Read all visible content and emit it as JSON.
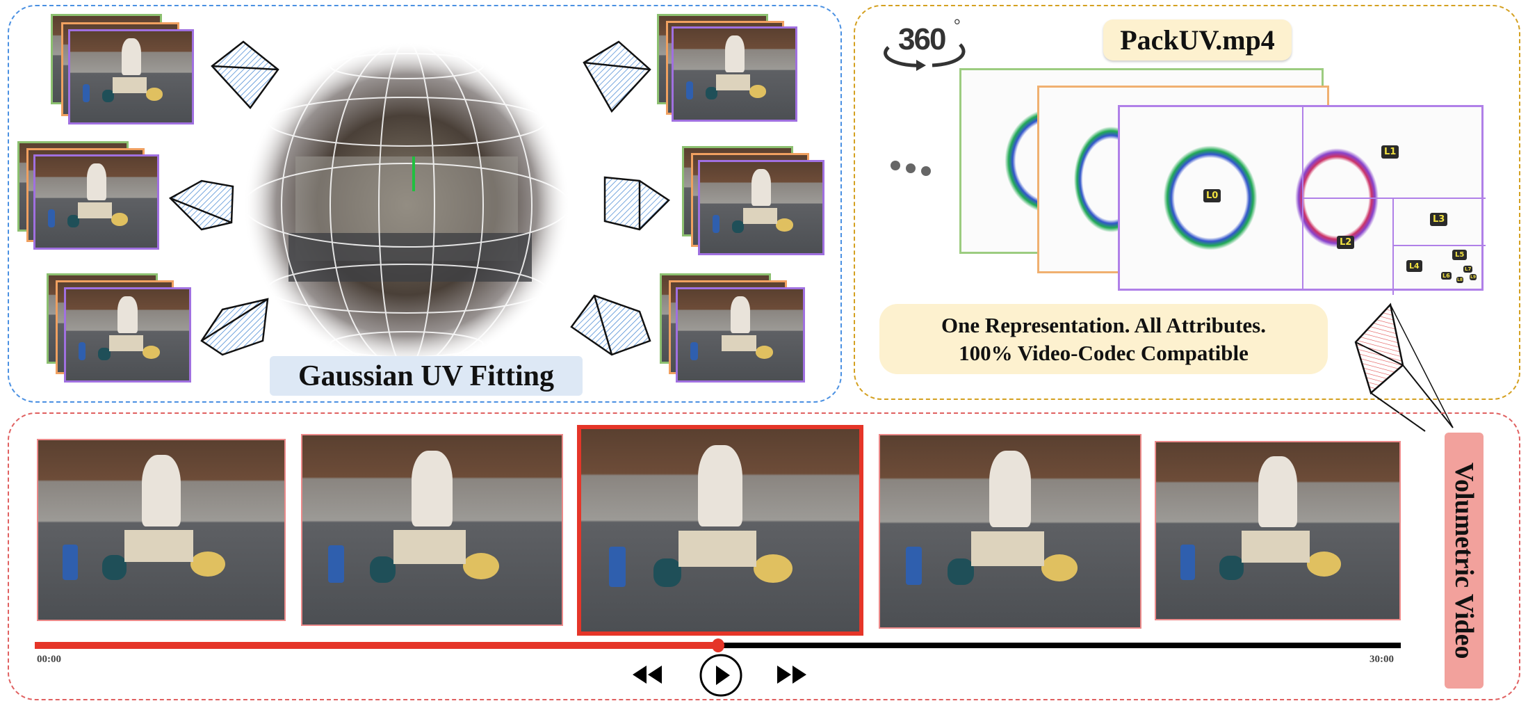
{
  "fitting_panel": {
    "label": "Gaussian UV Fitting",
    "border_color": "#4a90e2",
    "label_bg": "#dde8f5"
  },
  "packuv_panel": {
    "file_label": "PackUV.mp4",
    "icon_360": "360",
    "degree_symbol": "°",
    "tagline_line1": "One Representation. All Attributes.",
    "tagline_line2": "100% Video-Codec Compatible",
    "border_color": "#d4a020",
    "label_bg": "#fdf1cf",
    "levels": [
      "L0",
      "L1",
      "L2",
      "L3",
      "L4",
      "L5",
      "L6",
      "L7",
      "L8",
      "L9"
    ]
  },
  "video_panel": {
    "side_label": "Volumetric Video",
    "border_color": "#e06060",
    "label_bg": "#f2a19c",
    "time_start": "00:00",
    "time_end": "30:00",
    "progress": 0.5,
    "accent": "#e53528",
    "controls": [
      "rewind-icon",
      "play-icon",
      "fast-forward-icon"
    ]
  }
}
